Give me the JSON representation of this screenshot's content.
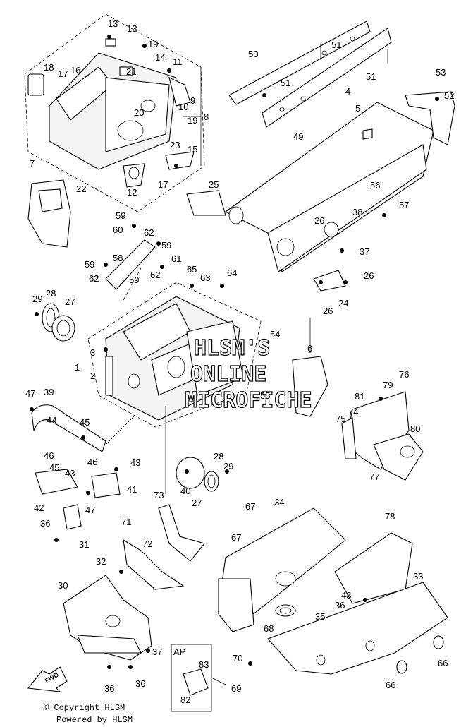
{
  "watermark": {
    "line1": "HLSM'S",
    "line2": "ONLINE",
    "line3": "MICROFICHE"
  },
  "footer": {
    "copyright": "© Copyright HLSM",
    "powered": "Powered by HLSM"
  },
  "fwd_label": "FWD",
  "ap_label": "AP",
  "callouts": [
    "13",
    "13",
    "19",
    "14",
    "11",
    "18",
    "17",
    "16",
    "21",
    "9",
    "20",
    "10",
    "19",
    "8",
    "23",
    "15",
    "12",
    "17",
    "7",
    "22",
    "25",
    "50",
    "51",
    "51",
    "51",
    "53",
    "52",
    "4",
    "5",
    "49",
    "56",
    "57",
    "26",
    "38",
    "37",
    "26",
    "26",
    "24",
    "59",
    "60",
    "62",
    "58",
    "59",
    "61",
    "59",
    "62",
    "59",
    "62",
    "65",
    "63",
    "64",
    "29",
    "28",
    "27",
    "1",
    "3",
    "2",
    "54",
    "6",
    "55",
    "47",
    "39",
    "44",
    "45",
    "46",
    "46",
    "45",
    "43",
    "43",
    "42",
    "41",
    "47",
    "36",
    "31",
    "40",
    "27",
    "28",
    "29",
    "73",
    "72",
    "71",
    "32",
    "30",
    "37",
    "36",
    "36",
    "67",
    "67",
    "34",
    "68",
    "78",
    "48",
    "36",
    "33",
    "35",
    "66",
    "66",
    "81",
    "79",
    "76",
    "75",
    "74",
    "80",
    "77",
    "70",
    "69",
    "83",
    "82"
  ]
}
